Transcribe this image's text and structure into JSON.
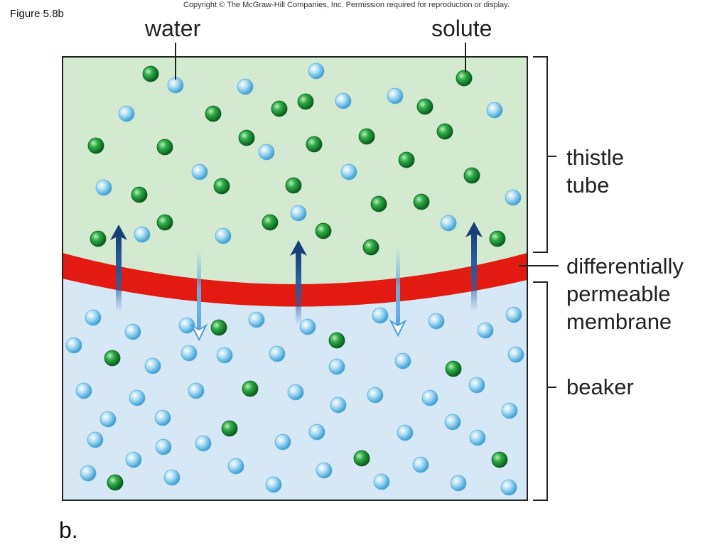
{
  "figure_label": "Figure 5.8b",
  "copyright": "Copyright © The McGraw-Hill Companies, Inc. Permission required for reproduction or display.",
  "labels": {
    "water": "water",
    "solute": "solute",
    "thistle_tube": [
      "thistle",
      "tube"
    ],
    "membrane": [
      "differentially",
      "permeable",
      "membrane"
    ],
    "beaker": "beaker"
  },
  "part_label": "b.",
  "colors": {
    "tube_fill": "#d3ead0",
    "beaker_fill": "#d6e8f6",
    "membrane": "#e21a12",
    "water_molecule": "#8fcdec",
    "solute_molecule": "#1f9a3a",
    "arrow": "#1f5fa3"
  }
}
